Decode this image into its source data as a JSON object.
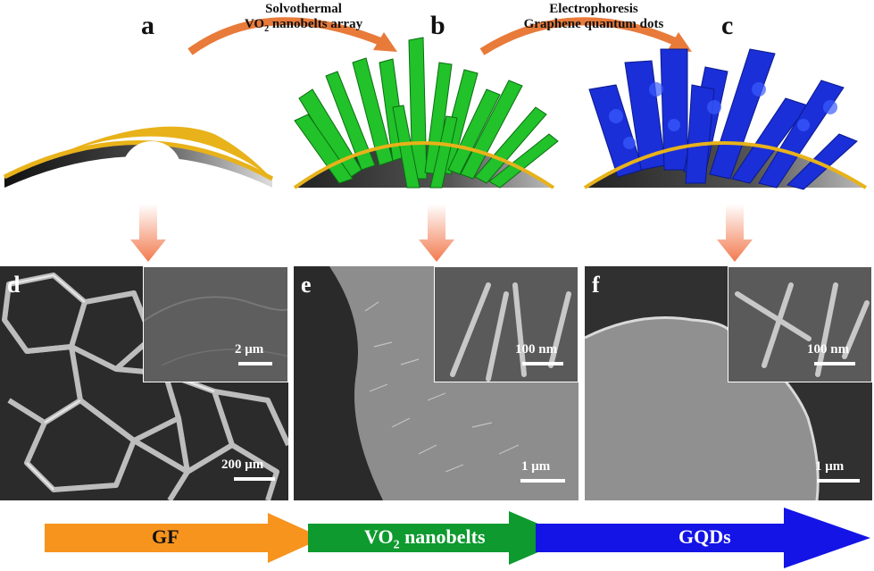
{
  "panels_top": {
    "a": {
      "letter": "a"
    },
    "b": {
      "letter": "b"
    },
    "c": {
      "letter": "c"
    }
  },
  "steps": {
    "step1": {
      "line1": "Solvothermal",
      "line2_main": "VO",
      "line2_sub": "2",
      "line2_rest": " nanobelts array"
    },
    "step2": {
      "line1": "Electrophoresis",
      "line2": "Graphene quantum dots"
    }
  },
  "sem_panels": {
    "d": {
      "letter": "d",
      "inset_scale": "2 μm",
      "main_scale": "200 μm"
    },
    "e": {
      "letter": "e",
      "inset_scale": "100 nm",
      "main_scale": "1 μm"
    },
    "f": {
      "letter": "f",
      "inset_scale": "100 nm",
      "main_scale": "1 μm"
    }
  },
  "bottom_arrows": {
    "gf": {
      "label": "GF",
      "color": "#F7941D"
    },
    "vo2": {
      "label_main": "VO",
      "label_sub": "2",
      "label_rest": " nanobelts",
      "color": "#0E9A2E"
    },
    "gqds": {
      "label": "GQDs",
      "color": "#1414E6"
    }
  },
  "colors": {
    "curved_arrow": "#E87A3A",
    "down_arrow_top": "#FFFFFF",
    "down_arrow_bottom": "#F27A4F",
    "graphene_yellow": "#E8B21A",
    "nanobelt_green": "#22C22A",
    "gqd_blue": "#1A2FD8"
  }
}
